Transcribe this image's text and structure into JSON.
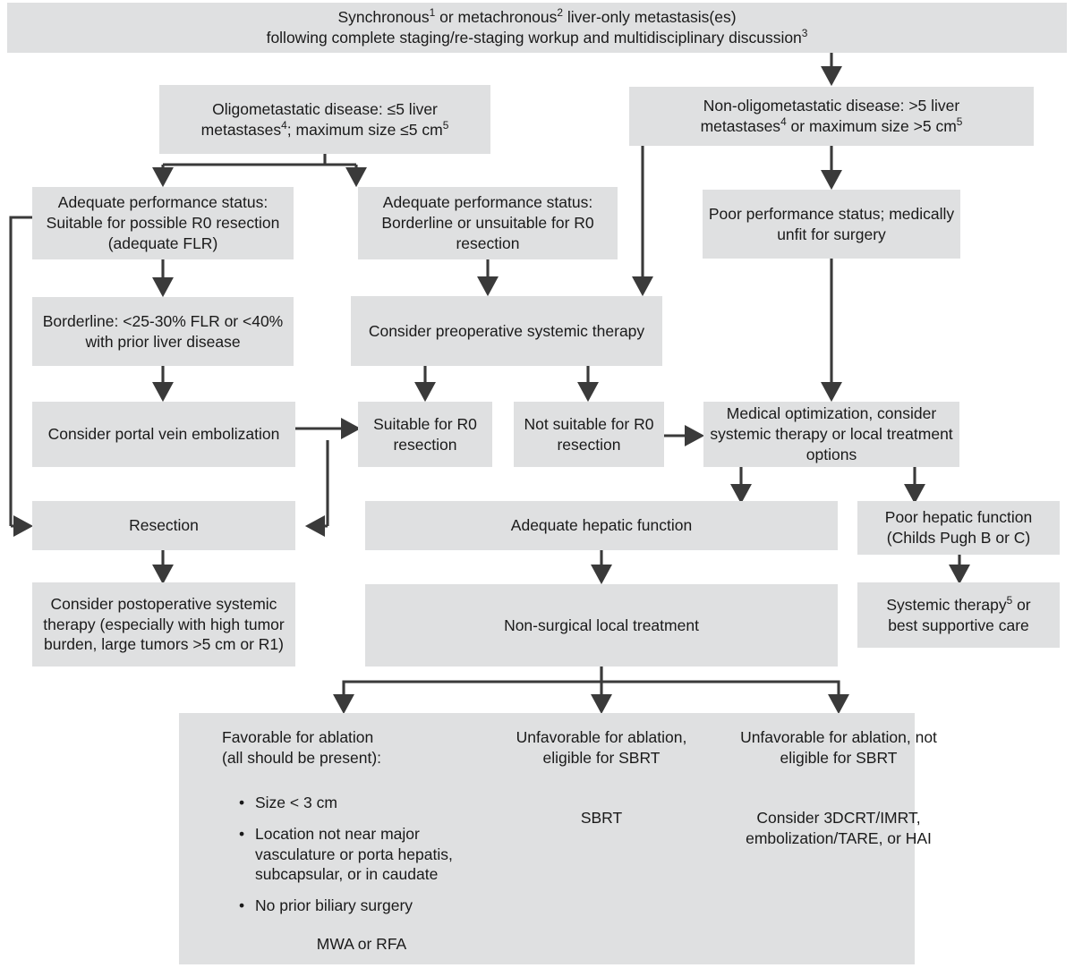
{
  "diagram": {
    "title_line1": "Synchronous¹ or metachronous² liver-only metastasis(es)",
    "title_line2": "following complete staging/re-staging workup and multidisciplinary discussion³",
    "box_fill": "#dfe0e1",
    "connector_color": "#3a3a3a",
    "text_color": "#1a1a1a"
  },
  "nodes": {
    "header": "Synchronous1 or metachronous2 liver-only metastasis(es) following complete staging/re-staging workup and multidisciplinary discussion3",
    "oligometastatic_l1": "Oligometastatic disease: ≤5 liver",
    "oligometastatic_l2a": "metastases",
    "oligometastatic_l2b": "; maximum size ≤5 cm",
    "nonoligo_l1": "Non-oligometastatic disease: >5 liver",
    "nonoligo_l2a": "metastases",
    "nonoligo_l2b": " or maximum size >5 cm",
    "adequate_ps_suitable": "Adequate performance status: Suitable for possible R0 resection (adequate FLR)",
    "adequate_ps_borderline": "Adequate performance status: Borderline or unsuitable for R0 resection",
    "poor_ps": "Poor performance status; medically unfit for surgery",
    "borderline_flr": "Borderline: <25-30% FLR or <40% with prior liver disease",
    "consider_preop": "Consider preoperative systemic therapy",
    "consider_pve": "Consider portal vein embolization",
    "suitable_r0": "Suitable for R0 resection",
    "not_suitable_r0": "Not suitable for R0 resection",
    "medical_optimization": "Medical optimization, consider systemic therapy or local treatment options",
    "resection": "Resection",
    "adequate_hepatic": "Adequate hepatic function",
    "poor_hepatic": "Poor hepatic function (Childs Pugh B or C)",
    "consider_postop": "Consider postoperative systemic therapy (especially with high tumor burden, large tumors >5 cm or R1)",
    "nonsurgical_local": "Non-surgical local treatment",
    "systemic_best_supportive_a": "Systemic therapy",
    "systemic_best_supportive_b": " or best supportive care"
  },
  "bottom_panel": {
    "col1_heading_l1": "Favorable for ablation",
    "col1_heading_l2": "(all should be present):",
    "col1_bullets": [
      "Size < 3 cm",
      "Location not near major vasculature or porta hepatis, subcapsular, or in caudate",
      "No prior biliary surgery"
    ],
    "col1_outcome": "MWA or RFA",
    "col2_heading_l1": "Unfavorable for ablation,",
    "col2_heading_l2": "eligible for SBRT",
    "col2_outcome": "SBRT",
    "col3_heading_l1": "Unfavorable for ablation, not",
    "col3_heading_l2": "eligible for SBRT",
    "col3_outcome_l1": "Consider 3DCRT/IMRT,",
    "col3_outcome_l2": "embolization/TARE, or HAI"
  },
  "superscripts": {
    "one": "1",
    "two": "2",
    "three": "3",
    "four": "4",
    "five": "5"
  }
}
